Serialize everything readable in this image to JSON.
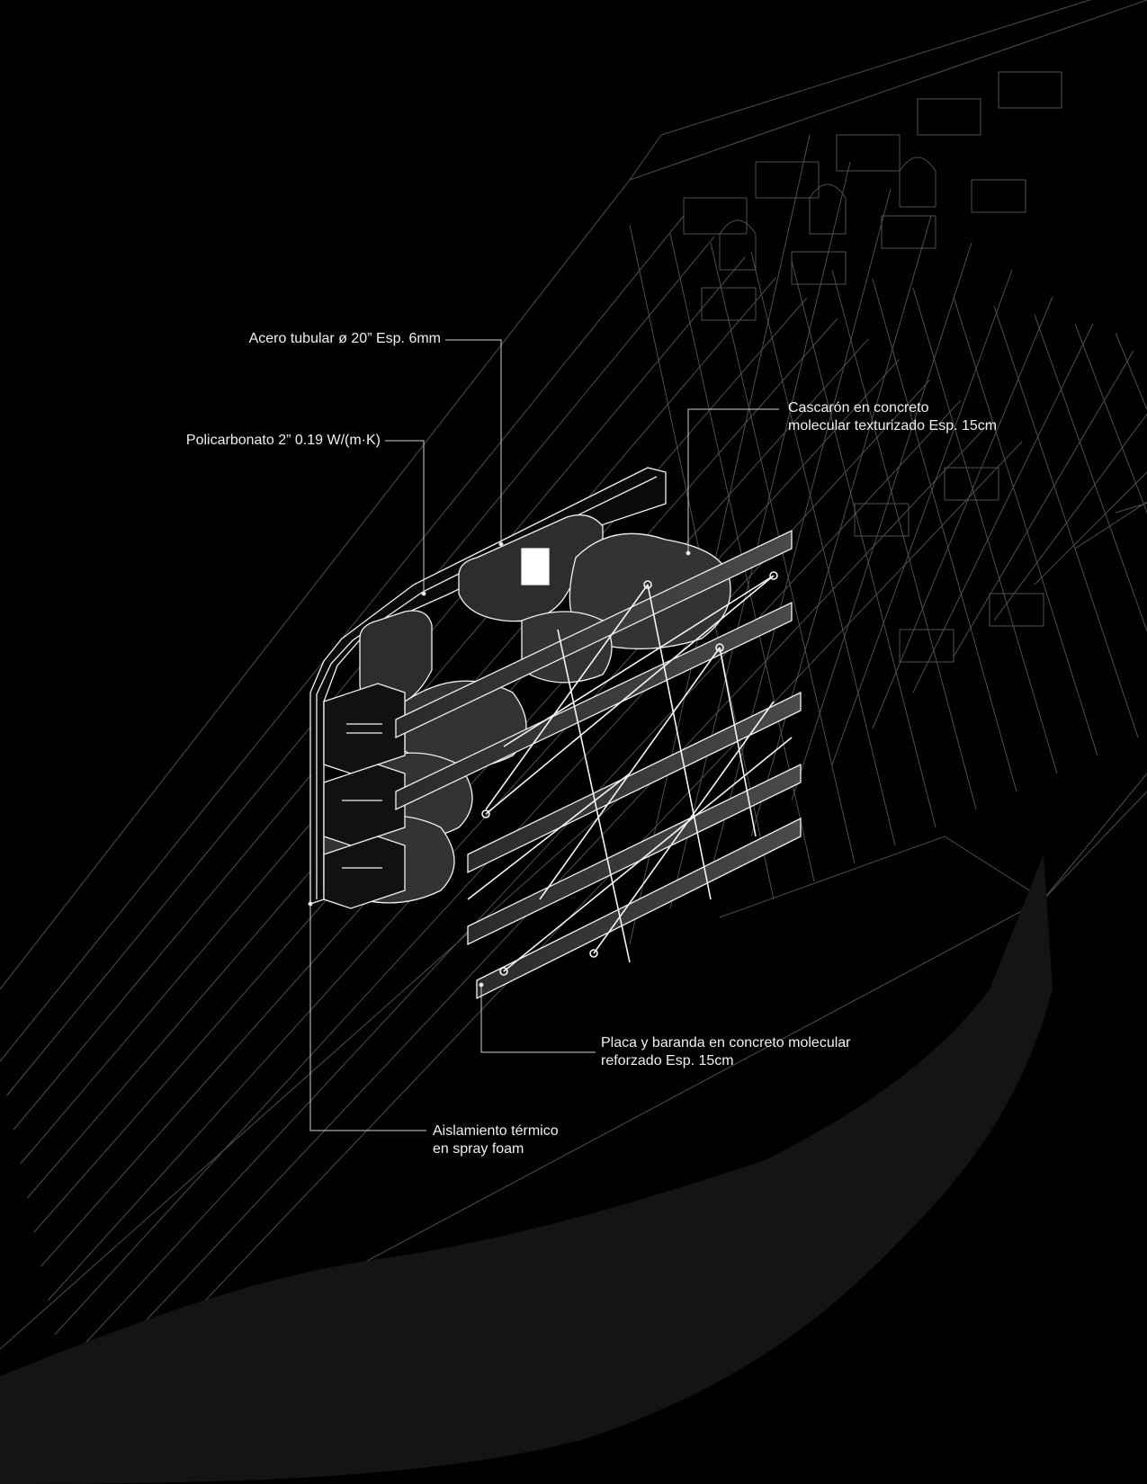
{
  "colors": {
    "background": "#000000",
    "linework": "#9a9a9a",
    "highlight": "#ffffff",
    "concrete": "#3a3a3a"
  },
  "annotations": {
    "steel_tube": {
      "text": "Acero tubular ø 20” Esp. 6mm"
    },
    "polycarbonate": {
      "text": "Policarbonato 2” 0.19 W/(m·K)"
    },
    "shell": {
      "line1": "Cascarón en concreto",
      "line2": "molecular texturizado Esp. 15cm"
    },
    "slab": {
      "line1": "Placa y baranda en concreto molecular",
      "line2": "reforzado Esp. 15cm"
    },
    "insulation": {
      "line1": "Aislamiento térmico",
      "line2": "en spray foam"
    }
  }
}
